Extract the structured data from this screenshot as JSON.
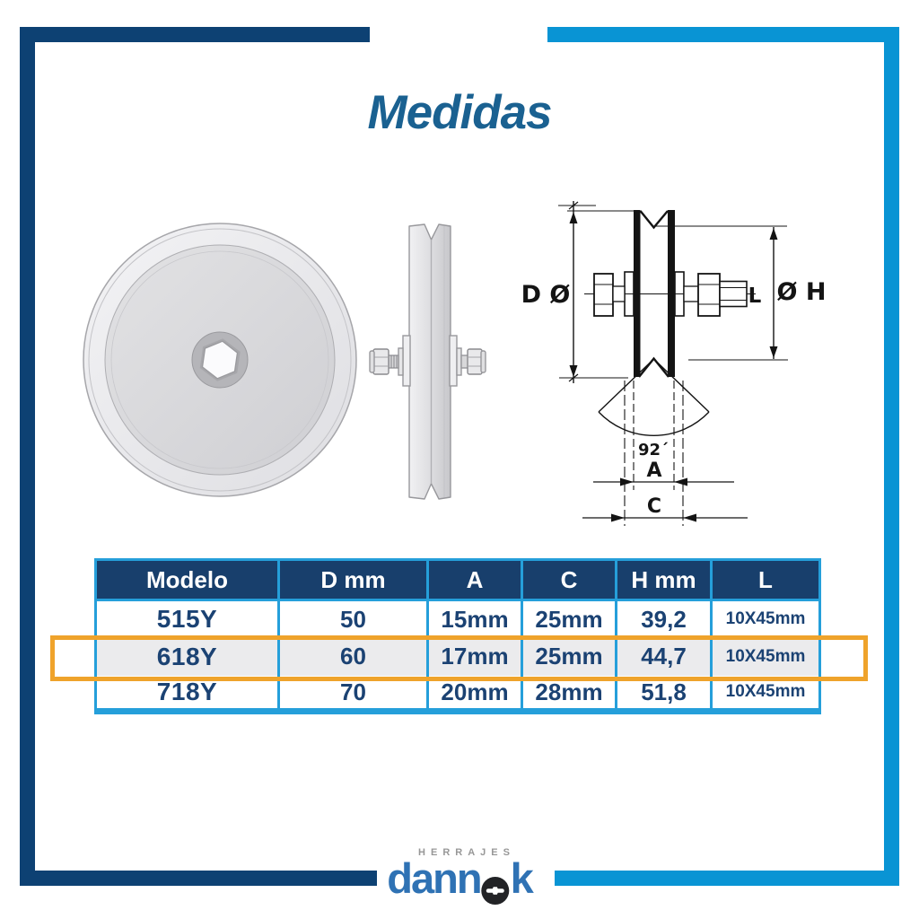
{
  "title": {
    "text": "Medidas",
    "color": "#1a6191"
  },
  "frame": {
    "navy": "#0d4173",
    "cyan": "#0994d4"
  },
  "drawing": {
    "line_color": "#141414",
    "labels": {
      "d_dia": "D Ø",
      "dia_h": "Ø H",
      "l": "L",
      "angle": "92´",
      "a": "A",
      "c": "C"
    }
  },
  "table": {
    "columns": [
      "Modelo",
      "D mm",
      "A",
      "C",
      "H mm",
      "L"
    ],
    "rows": [
      {
        "modelo": "515Y",
        "d_mm": "50",
        "a": "15mm",
        "c": "25mm",
        "h_mm": "39,2",
        "l": "10X45mm"
      },
      {
        "modelo": "618Y",
        "d_mm": "60",
        "a": "17mm",
        "c": "25mm",
        "h_mm": "44,7",
        "l": "10X45mm"
      },
      {
        "modelo": "718Y",
        "d_mm": "70",
        "a": "20mm",
        "c": "28mm",
        "h_mm": "51,8",
        "l": "10X45mm"
      }
    ],
    "highlighted_row": "618Y",
    "colors": {
      "header_bg": "#183f6c",
      "border": "#259fda",
      "text": "#1b4273",
      "highlight_border": "#efa32b",
      "highlight_row_bg": "#ebebed"
    }
  },
  "logo": {
    "tagline": "HERRAJES",
    "name_start": "dann",
    "name_end": "k",
    "color": "#2f72b4"
  }
}
